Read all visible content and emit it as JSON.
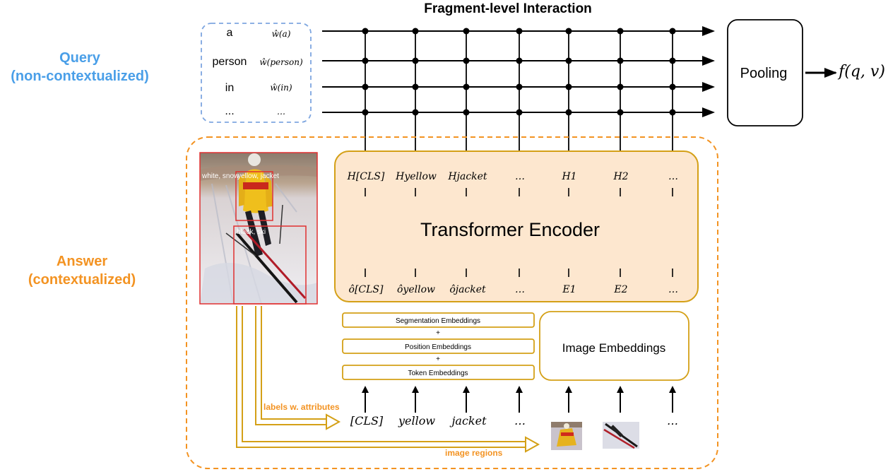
{
  "title": "Fragment-level Interaction",
  "query_label": {
    "line1": "Query",
    "line2": "(non-contextualized)",
    "color": "#4a9fe8"
  },
  "answer_label": {
    "line1": "Answer",
    "line2": "(contextualized)",
    "color": "#f39322"
  },
  "query_words": [
    {
      "word": "a",
      "embedding": "ŵ(a)"
    },
    {
      "word": "person",
      "embedding": "ŵ(person)"
    },
    {
      "word": "in",
      "embedding": "ŵ(in)"
    },
    {
      "word": "...",
      "embedding": "…"
    }
  ],
  "pooling": "Pooling",
  "output": "f(q, v)",
  "hidden_states": [
    "H[CLS]",
    "Hyellow",
    "Hjacket",
    "…",
    "H1",
    "H2",
    "…"
  ],
  "encoder": "Transformer Encoder",
  "inputs_hat": [
    "ô[CLS]",
    "ôyellow",
    "ôjacket",
    "…",
    "E1",
    "E2",
    "…"
  ],
  "embeddings": {
    "segmentation": "Segmentation Embeddings",
    "plus1": "+",
    "position": "Position Embeddings",
    "plus2": "+",
    "token": "Token Embeddings",
    "image": "Image Embeddings"
  },
  "tokens": [
    "[CLS]",
    "yellow",
    "jacket",
    "…",
    "…"
  ],
  "photo_labels": {
    "white_snow": "white, snow",
    "yellow_jacket": "yellow, jacket",
    "black_ski": "black, ski"
  },
  "arrow_labels": {
    "labels": "labels w. attributes",
    "regions": "image regions"
  },
  "colors": {
    "orange": "#f39322",
    "gold": "#d4a017",
    "encoder_fill": "#fde7cf",
    "query_box": "#7ea6e0",
    "red_box": "#e03030"
  }
}
